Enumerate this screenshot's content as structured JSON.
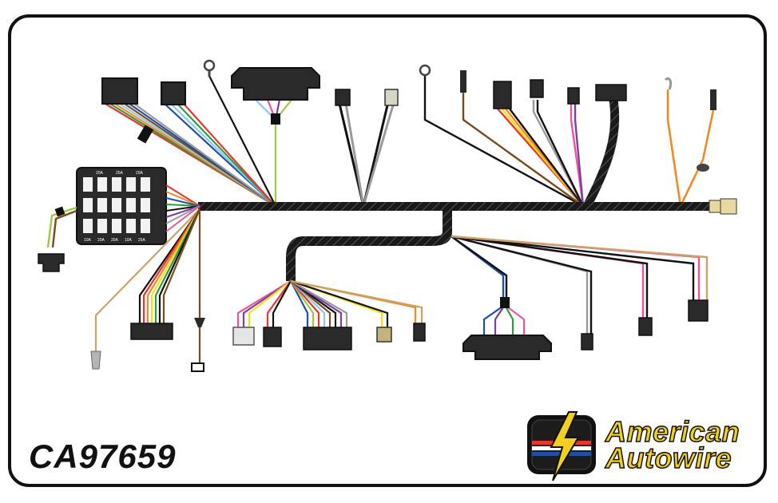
{
  "part_number": "CA97659",
  "brand": {
    "line1": "American",
    "line2": "Autowire"
  },
  "fuse_labels": [
    "20A",
    "25A",
    "20A",
    "10A",
    "20A",
    "20A",
    "10A",
    "25A"
  ],
  "colors": {
    "loom": "#1a1a1a",
    "logo_yellow": "#f3d020",
    "wire_red": "#e8352e",
    "wire_orange": "#f08a24",
    "wire_yellow": "#f4e01a",
    "wire_green": "#2f9b3e",
    "wire_lightgreen": "#9ccc3c",
    "wire_blue": "#1f4fa6",
    "wire_lightblue": "#8fc8ee",
    "wire_purple": "#7b3fa0",
    "wire_pink": "#e8559e",
    "wire_brown": "#7a4a1e",
    "wire_tan": "#c9a46a",
    "wire_gray": "#9a9a9a"
  }
}
